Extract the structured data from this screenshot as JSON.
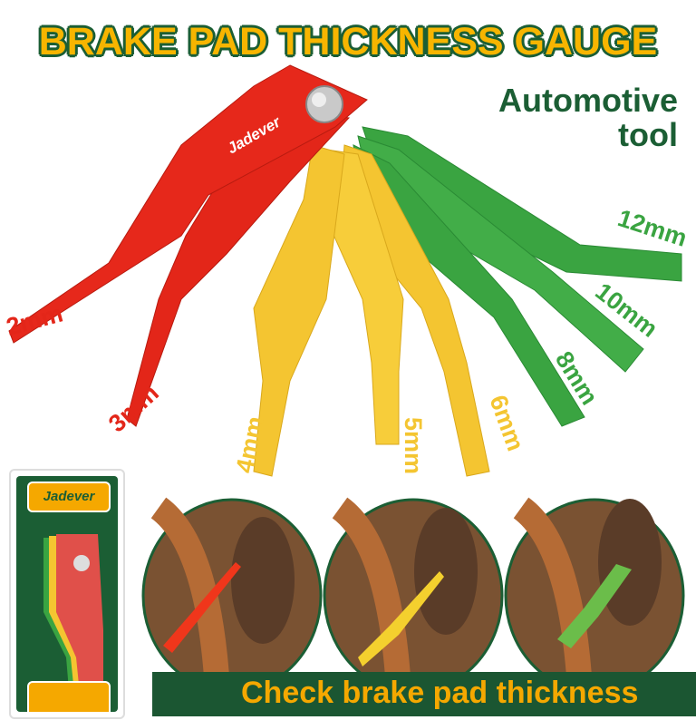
{
  "title": "BRAKE PAD THICKNESS GAUGE",
  "subtitle": {
    "line1": "Automotive",
    "line2": "tool"
  },
  "brand": "Jadever",
  "blades": [
    {
      "label": "2mm",
      "color": "#e32619"
    },
    {
      "label": "3mm",
      "color": "#e32619"
    },
    {
      "label": "4mm",
      "color": "#f4c531"
    },
    {
      "label": "5mm",
      "color": "#f4c531"
    },
    {
      "label": "6mm",
      "color": "#f4c531"
    },
    {
      "label": "8mm",
      "color": "#3aa441"
    },
    {
      "label": "10mm",
      "color": "#3aa441"
    },
    {
      "label": "12mm",
      "color": "#3aa441"
    }
  ],
  "banner": "Check brake pad thickness",
  "colors": {
    "accent": "#f7b500",
    "dark_green": "#1b5e34",
    "red": "#e32619",
    "yellow": "#f4c531",
    "green": "#3aa441"
  }
}
